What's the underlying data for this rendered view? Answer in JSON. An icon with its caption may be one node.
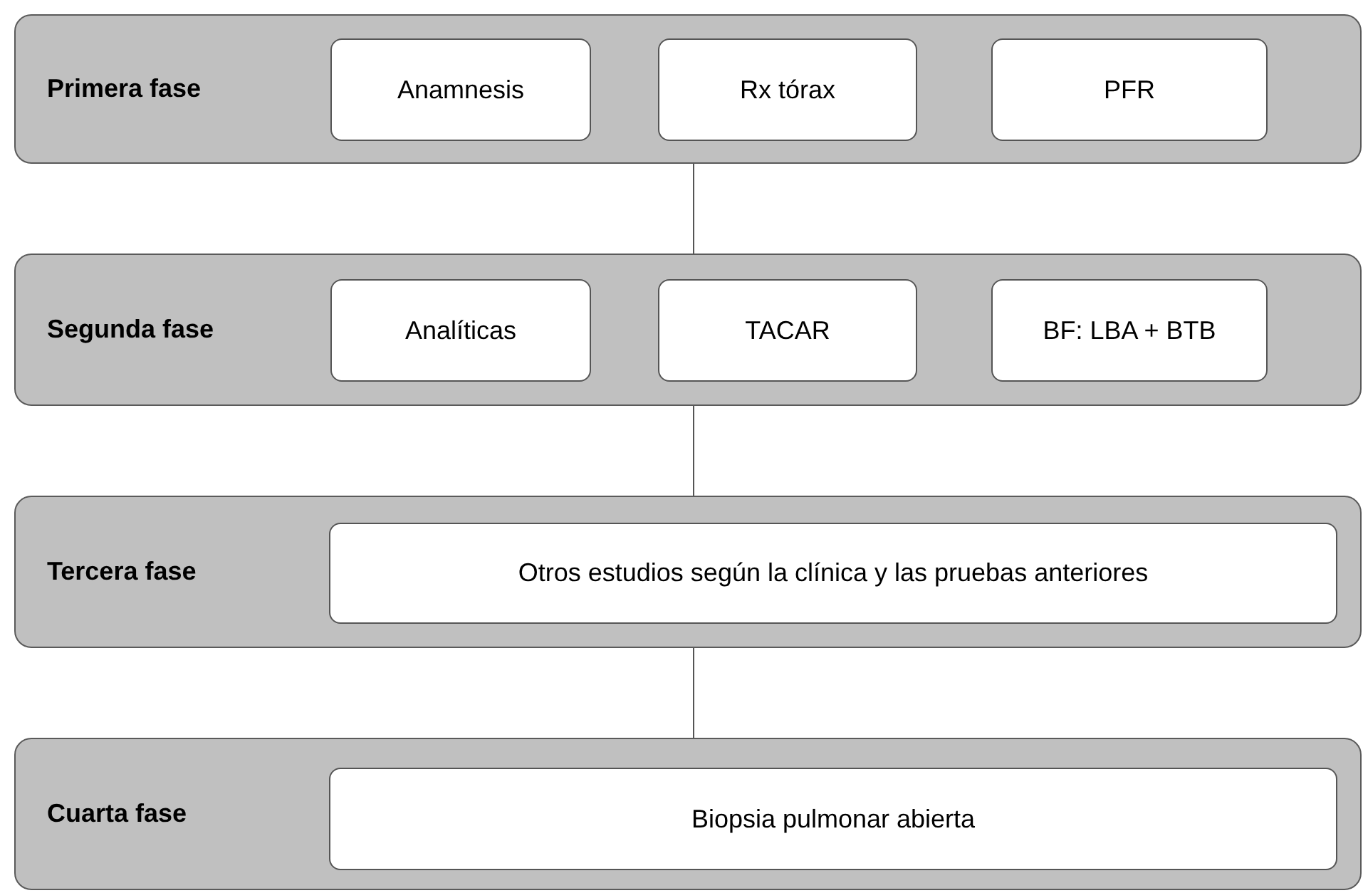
{
  "diagram": {
    "nodes": [
      {
        "text": [
          "Primera fase"
        ]
      },
      {
        "text": [
          "Anamnesis"
        ],
        "in": 0
      },
      {
        "text": [
          "Rx tórax"
        ],
        "in": 0
      },
      {
        "text": [
          "PFR"
        ],
        "in": 0
      },
      {
        "text": [
          "Segunda fase"
        ]
      },
      {
        "text": [
          "Analíticas"
        ],
        "in": 4
      },
      {
        "text": [
          "TACAR"
        ],
        "in": 4
      },
      {
        "text": [
          "BF: LBA + BTB"
        ],
        "in": 4
      },
      {
        "text": [
          "Tercera fase"
        ]
      },
      {
        "text": [
          "Otros estudios según la clínica y las pruebas anteriores"
        ],
        "in": 8
      },
      {
        "text": [
          "Cuarta fase"
        ]
      },
      {
        "text": [
          "Biopsia pulmonar abierta"
        ],
        "in": 10
      }
    ],
    "edges": [
      {
        "from": 0,
        "to": 4,
        "arrow": "none"
      },
      {
        "from": 4,
        "to": 8,
        "arrow": "none"
      },
      {
        "from": 8,
        "to": 10,
        "arrow": "none"
      }
    ]
  }
}
